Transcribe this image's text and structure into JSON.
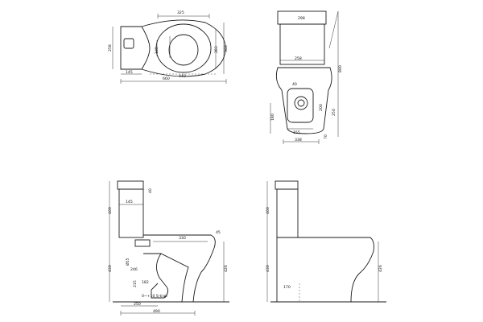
{
  "top_view": {
    "dims": {
      "width_top": "325",
      "height_left": "258",
      "dim_inner_v": "135",
      "dim_right_1": "283",
      "dim_right_2": "360",
      "dim_bottom_inner": "440",
      "dim_bottom_left": "145",
      "dim_bottom_total": "660"
    }
  },
  "front_view": {
    "dims": {
      "tank_top": "298",
      "tank_width": "258",
      "height_total": "800",
      "dim_40": "40",
      "dim_200": "200",
      "dim_250": "250",
      "dim_180": "180",
      "dim_155": "155",
      "dim_338": "338",
      "dim_70": "70"
    }
  },
  "side_view_left": {
    "dims": {
      "tank_h": "400",
      "dim_40": "40",
      "dim_145": "145",
      "dim_330": "330",
      "dim_45": "45",
      "dim_430": "430",
      "dim_dia": "Ø55",
      "dim_246": "246",
      "dim_215": "215",
      "dim_182": "182",
      "dim_250": "250",
      "dim_490": "490",
      "dim_426": "426",
      "note_bottom": "0~+10 S-trap"
    }
  },
  "side_view_right": {
    "dims": {
      "tank_h": "400",
      "dim_430": "430",
      "dim_426": "426",
      "dim_170": "170"
    }
  }
}
